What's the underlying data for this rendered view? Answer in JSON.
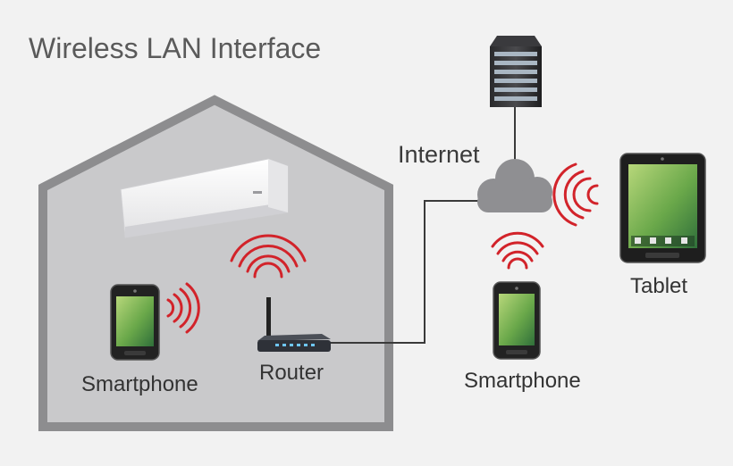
{
  "title": "Wireless LAN Interface",
  "labels": {
    "internet": "Internet",
    "tablet": "Tablet",
    "router": "Router",
    "smartphone_home": "Smartphone",
    "smartphone_outside": "Smartphone"
  },
  "colors": {
    "background": "#f2f2f2",
    "house_fill": "#c9c9cb",
    "house_outline": "#8d8d8f",
    "wifi_red": "#d2232a",
    "cable": "#3a3a3a",
    "cloud": "#8f8f92",
    "screen_green": "#6fae4d"
  },
  "icons": [
    "server-icon",
    "cloud-icon",
    "router-icon",
    "air-conditioner-icon",
    "smartphone-icon",
    "tablet-icon",
    "wifi-signal-icon"
  ]
}
